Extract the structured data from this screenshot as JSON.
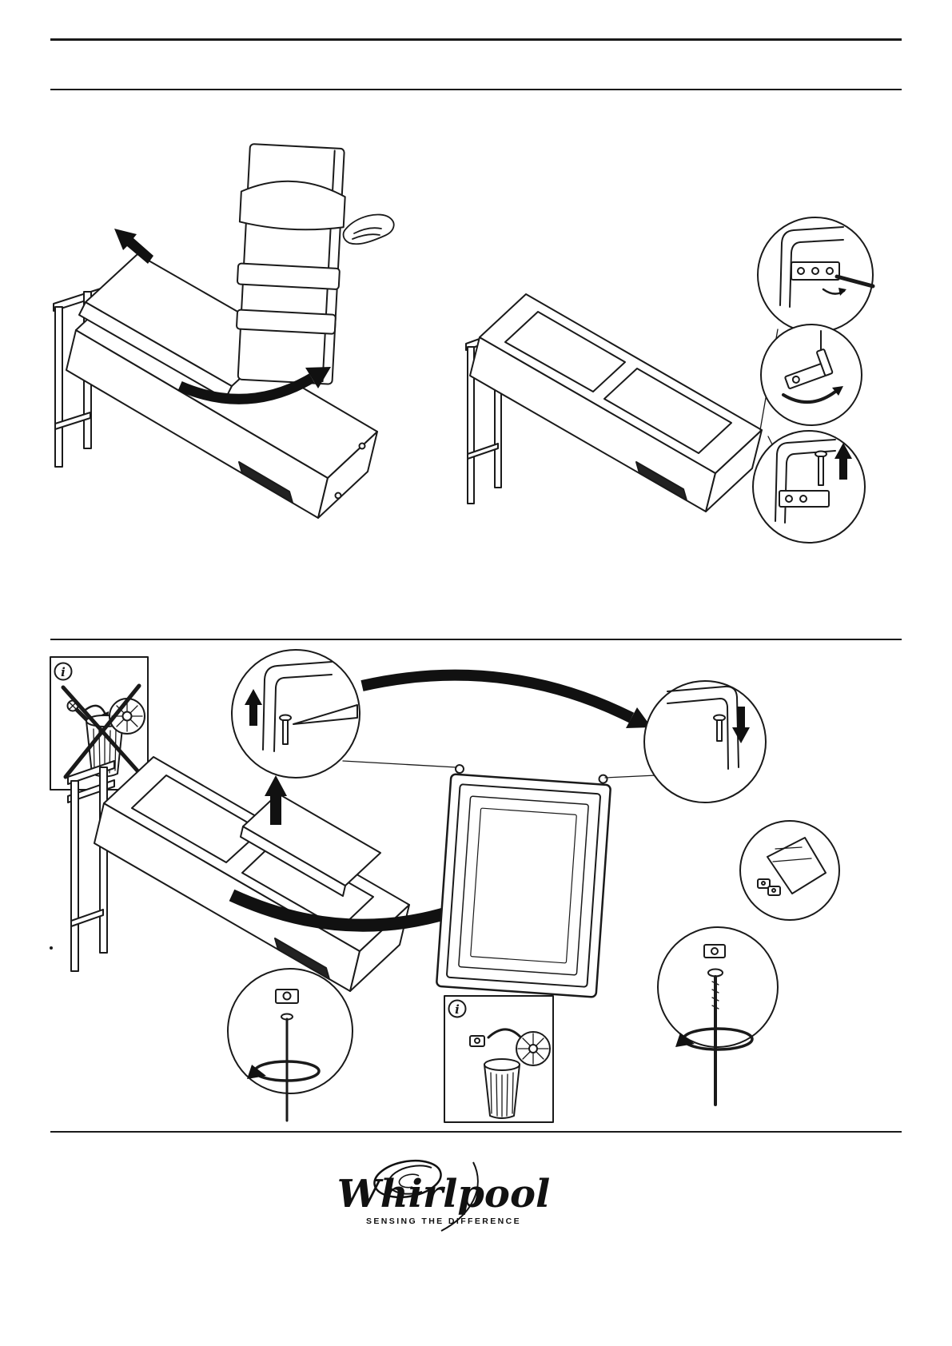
{
  "colors": {
    "paper": "#ffffff",
    "ink": "#1a1a1a",
    "grille": "#222222"
  },
  "glyphs": {
    "info": "i"
  },
  "footer": {
    "brand": "Whirlpool",
    "tagline": "SENSING THE DIFFERENCE"
  },
  "icons": {
    "info": "circled-i-icon",
    "trash_can": "waste-bin-icon",
    "trash_lid": "bin-lid-icon",
    "cross_out": "prohibition-cross-icon",
    "screw": "screw-icon",
    "pin": "hinge-pin-icon",
    "screwdriver": "screwdriver-icon",
    "hand": "hand-icon",
    "bag": "parts-bag-icon",
    "lift_arrow": "bold-up-arrow-icon",
    "insert_arrow": "bold-down-arrow-icon",
    "move_arrow": "bold-curved-arrow-icon",
    "rotate_arrow": "rotation-arrow-icon"
  }
}
